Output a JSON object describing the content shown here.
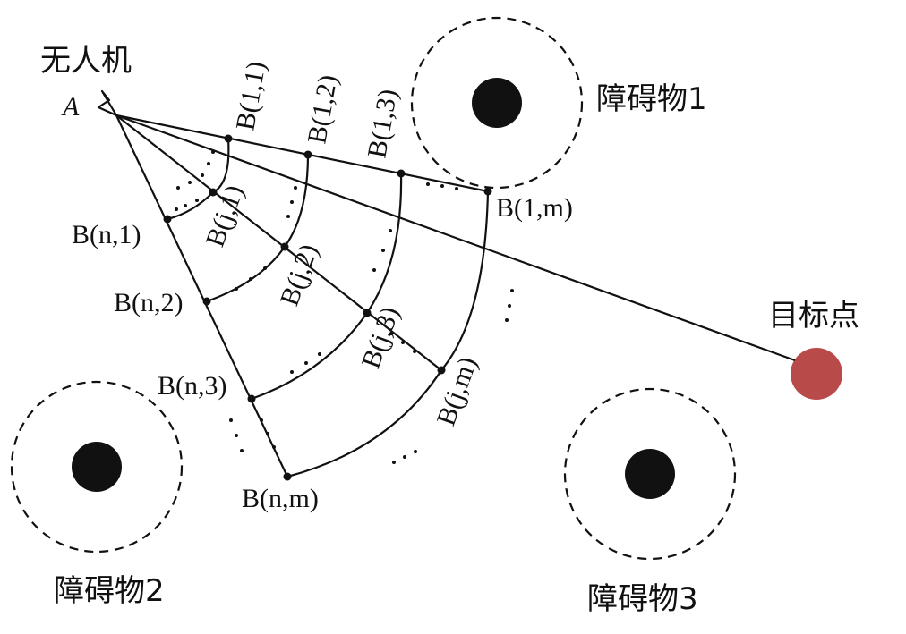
{
  "title": "",
  "labels": {
    "uav": "无人机",
    "uav_point": "A",
    "target": "目标点",
    "obstacle1": "障碍物1",
    "obstacle2": "障碍物2",
    "obstacle3": "障碍物3"
  },
  "node_labels": {
    "b11": "B(1,1)",
    "b12": "B(1,2)",
    "b13": "B(1,3)",
    "b1m": "B(1,m)",
    "bj1": "B(j,1)",
    "bj2": "B(j,2)",
    "bj3": "B(j,3)",
    "bjm": "B(j,m)",
    "bn1": "B(n,1)",
    "bn2": "B(n,2)",
    "bn3": "B(n,3)",
    "bnm": "B(n,m)"
  },
  "colors": {
    "line": "#111111",
    "obstacle": "#111111",
    "target": "#b84a4a"
  },
  "icons": {
    "uav": "uav-arrow-icon"
  }
}
